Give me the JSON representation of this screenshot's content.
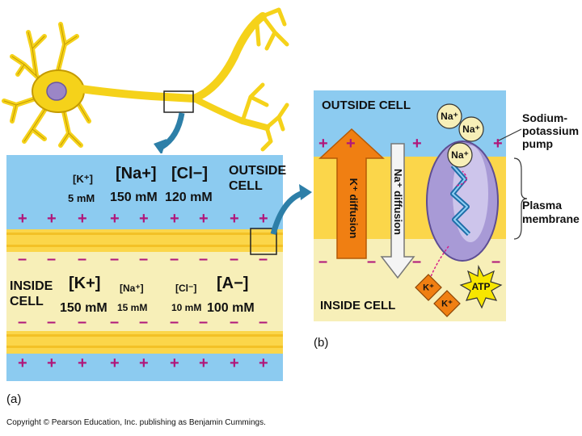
{
  "panel_a": {
    "outside_label": "OUTSIDE\nCELL",
    "inside_label": "INSIDE\nCELL",
    "outside_ions": [
      {
        "ion": "[K⁺]",
        "conc": "5 mM"
      },
      {
        "ion": "[Na+]",
        "conc": "150 mM"
      },
      {
        "ion": "[Cl−]",
        "conc": "120 mM"
      }
    ],
    "inside_ions": [
      {
        "ion": "[K+]",
        "conc": "150 mM"
      },
      {
        "ion": "[Na⁺]",
        "conc": "15 mM"
      },
      {
        "ion": "[Cl⁻]",
        "conc": "10 mM"
      },
      {
        "ion": "[A−]",
        "conc": "100 mM"
      }
    ],
    "caption": "(a)"
  },
  "panel_b": {
    "outside_label": "OUTSIDE CELL",
    "inside_label": "INSIDE CELL",
    "k_diffusion": "K⁺ diffusion",
    "na_diffusion": "Na⁺ diffusion",
    "na_bubble": "Na⁺",
    "k_ion": "K⁺",
    "atp": "ATP",
    "caption": "(b)"
  },
  "labels": {
    "pump": "Sodium-\npotassium\npump",
    "membrane": "Plasma\nmembrane"
  },
  "signs": {
    "plus": "+",
    "minus": "–"
  },
  "copyright": "Copyright © Pearson Education, Inc. publishing as Benjamin Cummings.",
  "colors": {
    "extracellular": "#8ccbf0",
    "membrane": "#fbd64a",
    "intracellular": "#f7efb8",
    "neuron": "#f5d21a",
    "neuron_outline": "#c49a00",
    "sign": "#b0177a",
    "k_arrow": "#f07f12",
    "pump": "#a89ad6",
    "atp": "#f7e600"
  }
}
